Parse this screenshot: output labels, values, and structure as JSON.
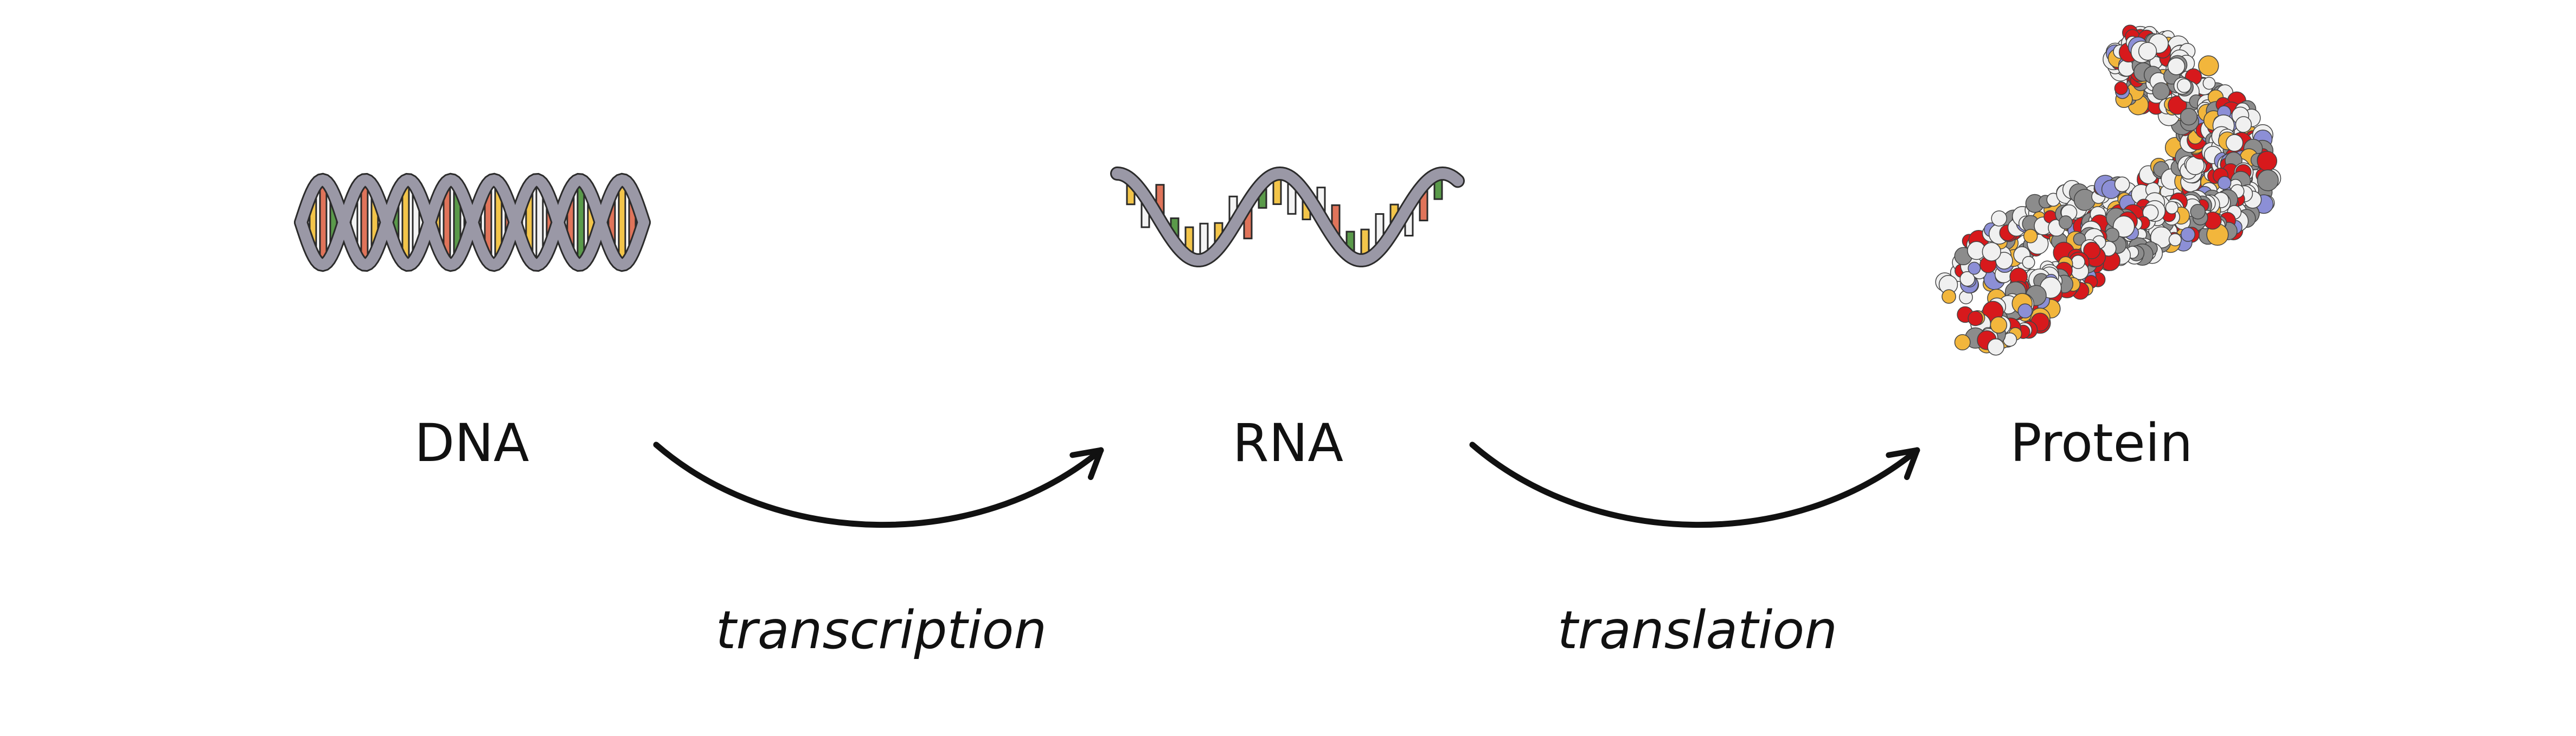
{
  "diagram": {
    "stages": [
      {
        "label": "DNA",
        "icon": "dna-double-helix-icon"
      },
      {
        "label": "RNA",
        "icon": "rna-single-strand-icon"
      },
      {
        "label": "Protein",
        "icon": "protein-molecule-icon"
      }
    ],
    "processes": [
      {
        "label": "transcription",
        "from": "DNA",
        "to": "RNA"
      },
      {
        "label": "translation",
        "from": "RNA",
        "to": "Protein"
      }
    ],
    "colors": {
      "backbone": "#9a98a6",
      "backbone_outline": "#2b2b2b",
      "base_yellow": "#f3c54a",
      "base_orange": "#e0745a",
      "base_green": "#5a9a4a",
      "base_white": "#f4f4f4",
      "atom_red": "#d7191c",
      "atom_white": "#f0f0f0",
      "atom_grey": "#8c8c8c",
      "atom_blue": "#8c8fd6",
      "atom_yellow": "#f2b63c",
      "arrow": "#111111"
    }
  }
}
